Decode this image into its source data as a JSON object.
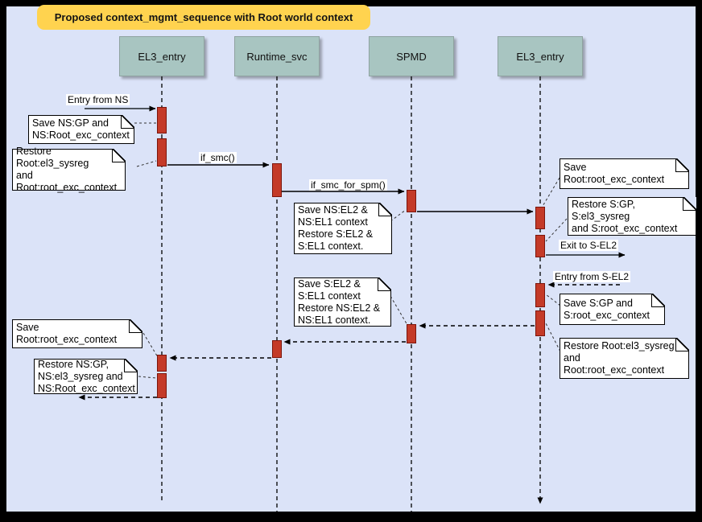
{
  "title": "Proposed context_mgmt_sequence with Root world context",
  "actors": [
    {
      "label": "EL3_entry"
    },
    {
      "label": "Runtime_svc"
    },
    {
      "label": "SPMD"
    },
    {
      "label": "EL3_entry"
    }
  ],
  "messages": [
    {
      "label": "Entry from NS",
      "type": "entry"
    },
    {
      "label": "if_smc()",
      "type": "call"
    },
    {
      "label": "if_smc_for_spm()",
      "type": "call"
    },
    {
      "label": "Exit to S-EL2",
      "type": "exit"
    },
    {
      "label": "Entry from S-EL2",
      "type": "entry"
    }
  ],
  "notes": [
    {
      "text": "Save NS:GP and\nNS:Root_exc_context"
    },
    {
      "text": "Restore Root:el3_sysreg\nand\nRoot:root_exc_context"
    },
    {
      "text": "Save NS:EL2 &\nNS:EL1 context\nRestore S:EL2 &\nS:EL1 context."
    },
    {
      "text": "Save Root:root_exc_context"
    },
    {
      "text": "Restore S:GP, S:el3_sysreg\nand S:root_exc_context"
    },
    {
      "text": "Save S:EL2 &\nS:EL1 context\nRestore NS:EL2 &\nNS:EL1 context."
    },
    {
      "text": "Save S:GP and\nS:root_exc_context"
    },
    {
      "text": "Restore Root:el3_sysreg\nand\nRoot:root_exc_context"
    },
    {
      "text": "Save Root:root_exc_context"
    },
    {
      "text": "Restore NS:GP,\nNS:el3_sysreg and\nNS:Root_exc_context"
    }
  ],
  "colors": {
    "background": "#dbe3f8",
    "frame": "#000000",
    "title_bg": "#ffd34f",
    "actor_bg": "#a8c5c1",
    "activation_fill": "#c43a28",
    "activation_border": "#7c150c",
    "note_bg": "#ffffff"
  }
}
